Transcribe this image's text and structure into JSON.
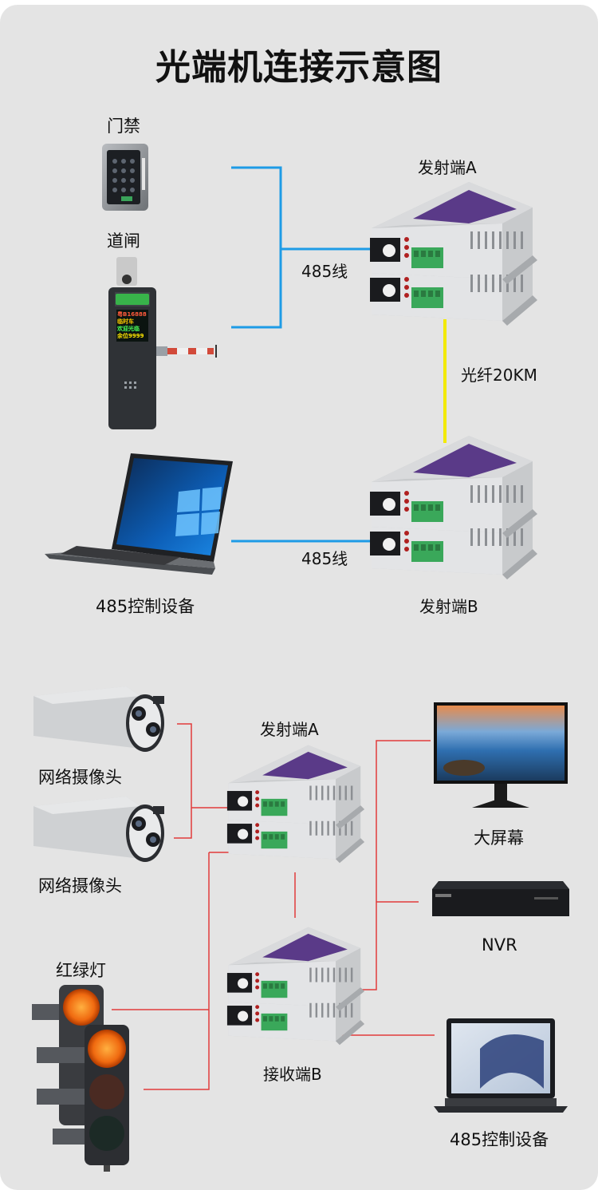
{
  "title": "光端机连接示意图",
  "top": {
    "devices": {
      "door": "门禁",
      "gate": "道闸",
      "tx_a": "发射端A",
      "tx_b": "发射端B",
      "control": "485控制设备"
    },
    "links": {
      "rs485_1": "485线",
      "fiber": "光纤20KM",
      "rs485_2": "485线"
    },
    "gate_display": [
      "粤B16888",
      "临时车",
      "欢迎光临",
      "余位9999"
    ],
    "colors": {
      "rs485": "#1e9be6",
      "fiber": "#f2ea00"
    }
  },
  "bottom": {
    "devices": {
      "camera_1": "网络摄像头",
      "camera_2": "网络摄像头",
      "tx_a": "发射端A",
      "rx_b": "接收端B",
      "traffic_light": "红绿灯",
      "screen": "大屏幕",
      "nvr": "NVR",
      "control": "485控制设备"
    },
    "colors": {
      "wire": "#e23b3b"
    }
  }
}
